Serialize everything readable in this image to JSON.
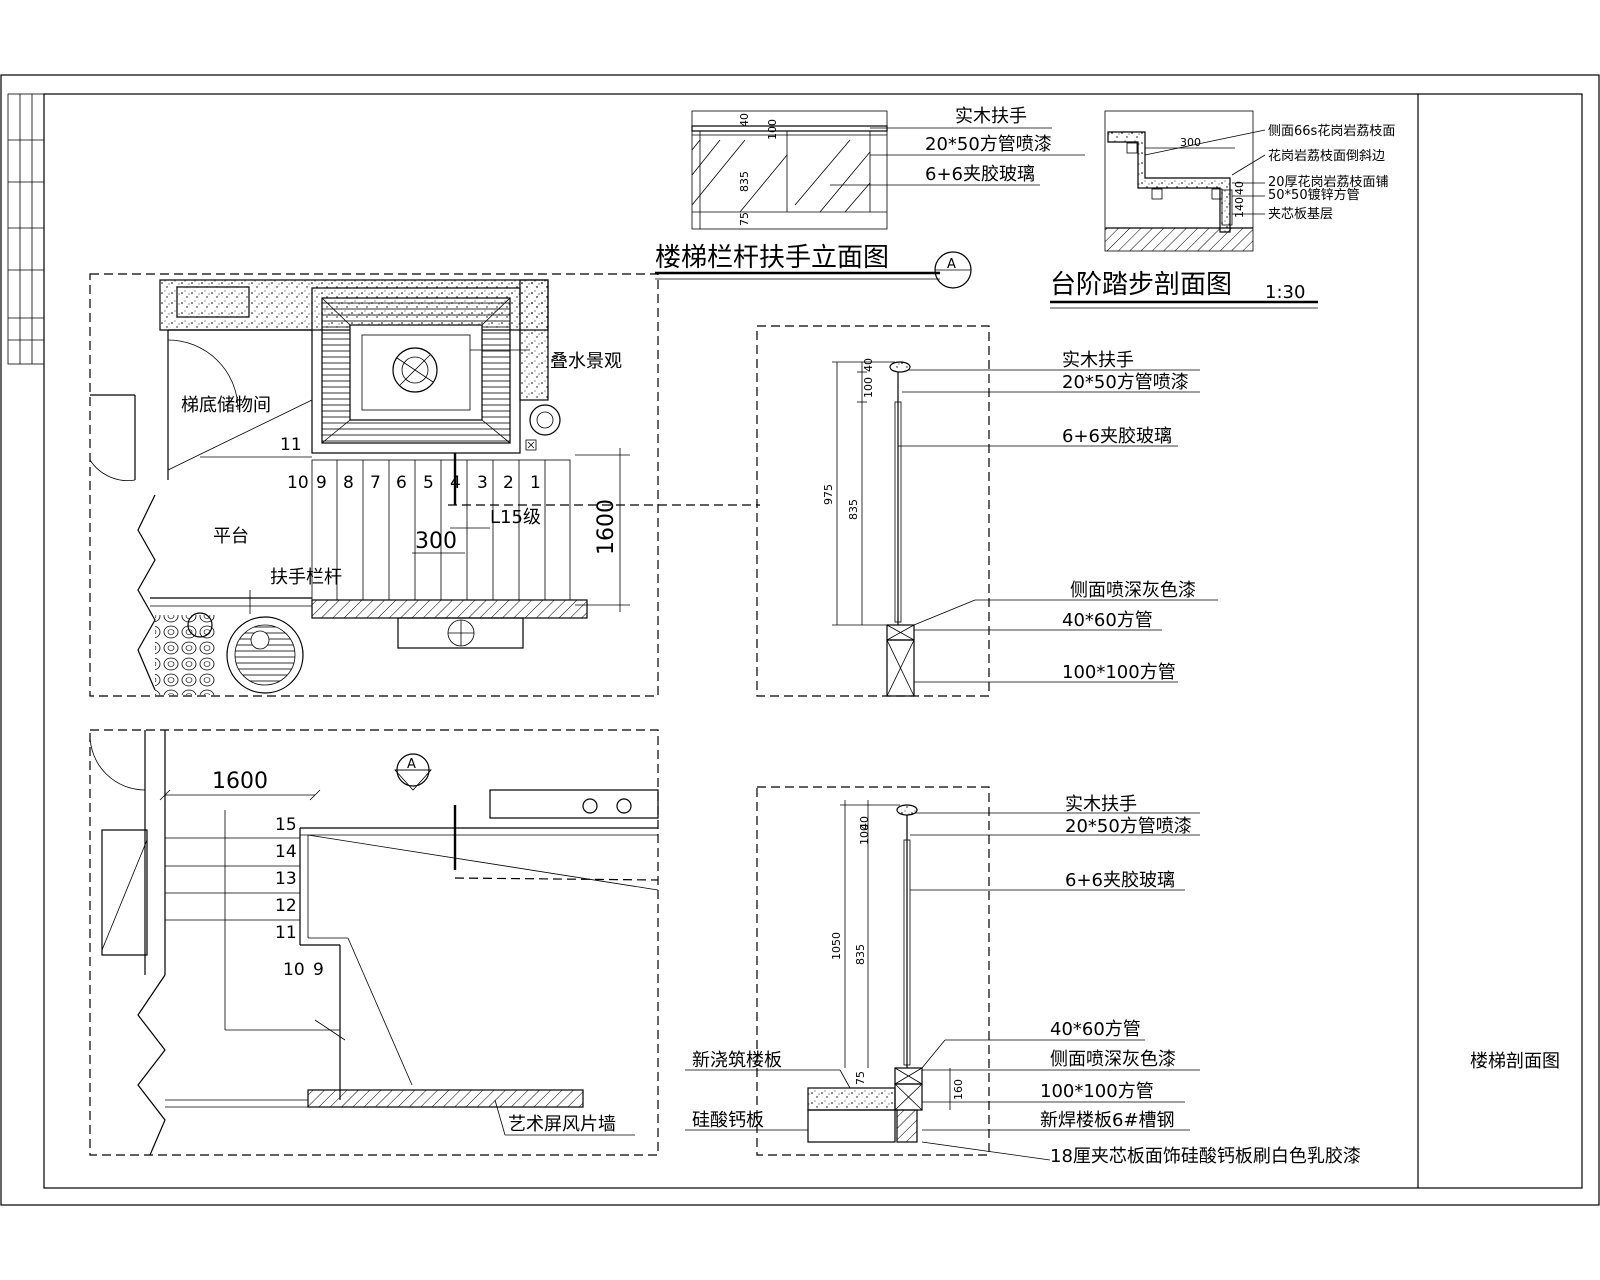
{
  "sheet_title": "楼梯剖面图",
  "elevation": {
    "title": "楼梯栏杆扶手立面图",
    "labels": [
      "实木扶手",
      "20*50方管喷漆",
      "6+6夹胶玻璃"
    ],
    "dims": [
      "40",
      "100",
      "835",
      "75"
    ]
  },
  "section_step": {
    "title": "台阶踏步剖面图",
    "scale": "1:30",
    "labels": [
      "侧面66s花岗岩荔枝面",
      "花岗岩荔枝面倒斜边",
      "20厚花岗岩荔枝面铺",
      "50*50镀锌方管",
      "夹芯板基层"
    ],
    "dims": [
      "300",
      "40",
      "140"
    ]
  },
  "plan_top": {
    "room_storage": "梯底储物间",
    "water_feature": "叠水景观",
    "platform": "平台",
    "handrail": "扶手栏杆",
    "step_numbers": [
      "10",
      "9",
      "8",
      "7",
      "6",
      "5",
      "4",
      "3",
      "2",
      "1"
    ],
    "step_11": "11",
    "step_count": "L15级",
    "dim_300": "300",
    "dim_1600": "1600",
    "section_mark": "A"
  },
  "plan_bottom": {
    "dim_1600": "1600",
    "section_mark": "A",
    "step_numbers": [
      "15",
      "14",
      "13",
      "12",
      "11"
    ],
    "step_10": "10",
    "step_9": "9",
    "art_wall": "艺术屏风片墙"
  },
  "section_a": {
    "labels": [
      "实木扶手",
      "20*50方管喷漆",
      "6+6夹胶玻璃",
      "侧面喷深灰色漆",
      "40*60方管",
      "100*100方管"
    ],
    "dims": [
      "40",
      "100",
      "975",
      "835"
    ]
  },
  "section_b": {
    "labels": [
      "实木扶手",
      "20*50方管喷漆",
      "6+6夹胶玻璃",
      "40*60方管",
      "侧面喷深灰色漆",
      "100*100方管",
      "新焊楼板6#槽钢",
      "18厘夹芯板面饰硅酸钙板刷白色乳胶漆"
    ],
    "left_labels": [
      "新浇筑楼板",
      "硅酸钙板"
    ],
    "dims": [
      "40",
      "100",
      "1050",
      "835",
      "75",
      "160"
    ]
  }
}
